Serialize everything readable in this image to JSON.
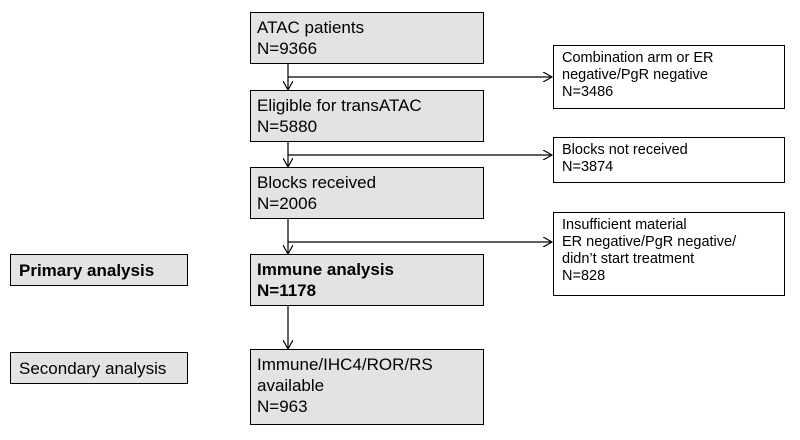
{
  "flowchart": {
    "main_boxes": [
      {
        "lines": [
          "ATAC patients",
          "N=9366"
        ]
      },
      {
        "lines": [
          "Eligible for transATAC",
          "N=5880"
        ]
      },
      {
        "lines": [
          "Blocks received",
          "N=2006"
        ]
      },
      {
        "lines": [
          "Immune analysis",
          "N=1178"
        ]
      },
      {
        "lines": [
          "Immune/IHC4/ROR/RS",
          "available",
          "N=963"
        ]
      }
    ],
    "exclusion_boxes": [
      {
        "lines": [
          "Combination arm or ER",
          "negative/PgR negative",
          "N=3486"
        ]
      },
      {
        "lines": [
          "Blocks not received",
          "N=3874"
        ]
      },
      {
        "lines": [
          "Insufficient material",
          "ER negative/PgR negative/",
          "didn’t start treatment",
          "N=828"
        ]
      }
    ],
    "analysis_labels": [
      {
        "text": "Primary analysis"
      },
      {
        "text": "Secondary analysis"
      }
    ]
  },
  "colors": {
    "box_fill": "#e3e3e3",
    "border": "#000000",
    "background": "#ffffff"
  }
}
